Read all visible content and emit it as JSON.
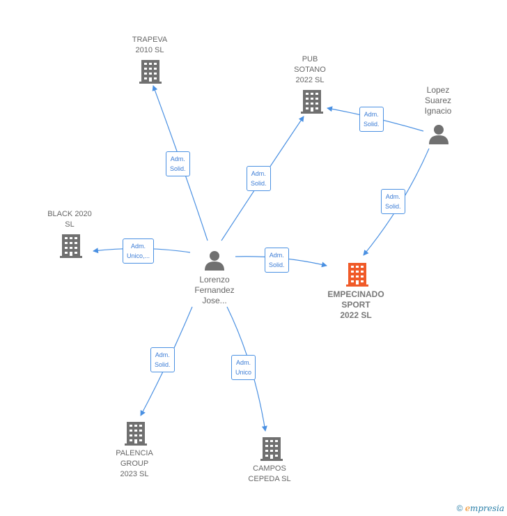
{
  "colors": {
    "edge": "#4a90e2",
    "building": "#707070",
    "main_building": "#f05a28",
    "person": "#707070"
  },
  "nodes": {
    "trapeva": {
      "label_l1": "TRAPEVA",
      "label_l2": "2010  SL",
      "icon": "building-icon"
    },
    "pub_sotano": {
      "label_l1": "PUB",
      "label_l2": "SOTANO",
      "label_l3": "2022  SL",
      "icon": "building-icon"
    },
    "lopez": {
      "label_l1": "Lopez",
      "label_l2": "Suarez",
      "label_l3": "Ignacio",
      "icon": "person-icon"
    },
    "black": {
      "label_l1": "BLACK 2020",
      "label_l2": "SL",
      "icon": "building-icon"
    },
    "lorenzo": {
      "label_l1": "Lorenzo",
      "label_l2": "Fernandez",
      "label_l3": "Jose...",
      "icon": "person-icon"
    },
    "empecinado": {
      "label_l1": "EMPECINADO",
      "label_l2": "SPORT",
      "label_l3": "2022  SL",
      "icon": "building-icon"
    },
    "palencia": {
      "label_l1": "PALENCIA",
      "label_l2": "GROUP",
      "label_l3": "2023  SL",
      "icon": "building-icon"
    },
    "campos": {
      "label_l1": "CAMPOS",
      "label_l2": "CEPEDA SL",
      "icon": "building-icon"
    }
  },
  "edges": {
    "lorenzo_trapeva": {
      "l1": "Adm.",
      "l2": "Solid."
    },
    "lorenzo_pub": {
      "l1": "Adm.",
      "l2": "Solid."
    },
    "lopez_pub": {
      "l1": "Adm.",
      "l2": "Solid."
    },
    "lopez_empecinado": {
      "l1": "Adm.",
      "l2": "Solid."
    },
    "lorenzo_black": {
      "l1": "Adm.",
      "l2": "Unico,..."
    },
    "lorenzo_empecinado": {
      "l1": "Adm.",
      "l2": "Solid."
    },
    "lorenzo_palencia": {
      "l1": "Adm.",
      "l2": "Solid."
    },
    "lorenzo_campos": {
      "l1": "Adm.",
      "l2": "Unico"
    }
  },
  "footer": {
    "copyright": "©",
    "brand_first": "e",
    "brand_rest": "mpresia"
  }
}
